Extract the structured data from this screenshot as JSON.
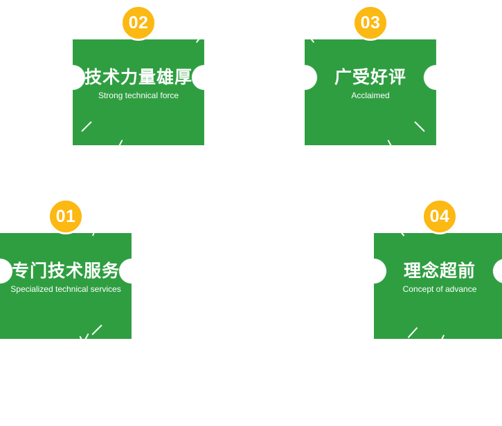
{
  "page": {
    "background_color": "#ffffff",
    "section_type": "feature-highlights"
  },
  "colors": {
    "card_green": "#2f9e41",
    "badge_yellow": "#fcb813",
    "text_white": "#ffffff"
  },
  "cards": [
    {
      "number": "01",
      "title_zh": "专门技术服务",
      "title_en": "Specialized technical services"
    },
    {
      "number": "02",
      "title_zh": "技术力量雄厚",
      "title_en": "Strong technical force"
    },
    {
      "number": "03",
      "title_zh": "广受好评",
      "title_en": "Acclaimed"
    },
    {
      "number": "04",
      "title_zh": "理念超前",
      "title_en": "Concept of advance"
    }
  ]
}
